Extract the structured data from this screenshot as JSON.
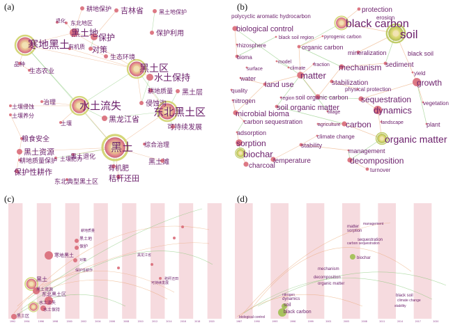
{
  "panels": [
    {
      "label": "(a)"
    },
    {
      "label": "(b)"
    },
    {
      "label": "(c)"
    },
    {
      "label": "(d)"
    }
  ],
  "panel_a": {
    "nodes": [
      {
        "text": "耕地保护",
        "size": 9
      },
      {
        "text": "吉林省",
        "size": 11
      },
      {
        "text": "黑土地保护",
        "size": 8
      },
      {
        "text": "东北地区",
        "size": 8
      },
      {
        "text": "退化",
        "size": 7
      },
      {
        "text": "黑土地",
        "size": 13
      },
      {
        "text": "保护",
        "size": 12
      },
      {
        "text": "保护利用",
        "size": 10
      },
      {
        "text": "寒地黑土",
        "size": 15
      },
      {
        "text": "对策",
        "size": 11
      },
      {
        "text": "生态环境",
        "size": 9
      },
      {
        "text": "有机质",
        "size": 8
      },
      {
        "text": "品种",
        "size": 8
      },
      {
        "text": "生态农业",
        "size": 9
      },
      {
        "text": "黑土区",
        "size": 14
      },
      {
        "text": "水土保持",
        "size": 13
      },
      {
        "text": "耕地质量",
        "size": 9
      },
      {
        "text": "黑土层",
        "size": 10
      },
      {
        "text": "治理",
        "size": 9
      },
      {
        "text": "水土流失",
        "size": 15
      },
      {
        "text": "黑龙江省",
        "size": 11
      },
      {
        "text": "侵蚀沟",
        "size": 10
      },
      {
        "text": "东北黑土区",
        "size": 15
      },
      {
        "text": "可持续发展",
        "size": 10
      },
      {
        "text": "粮食安全",
        "size": 10
      },
      {
        "text": "黑土资源",
        "size": 11
      },
      {
        "text": "耕地质量保护",
        "size": 9
      },
      {
        "text": "保护性耕作",
        "size": 11
      },
      {
        "text": "黑土",
        "size": 16
      },
      {
        "text": "综合治理",
        "size": 9
      },
      {
        "text": "土壤",
        "size": 8
      },
      {
        "text": "黑土退化",
        "size": 9
      },
      {
        "text": "有机肥",
        "size": 10
      },
      {
        "text": "黑土滩",
        "size": 10
      },
      {
        "text": "秸秆还田",
        "size": 11
      },
      {
        "text": "东北典型黑土区",
        "size": 9
      },
      {
        "text": "土壤侵蚀",
        "size": 8
      },
      {
        "text": "土壤养分",
        "size": 8
      },
      {
        "text": "土壤肥力",
        "size": 8
      }
    ]
  },
  "panel_b": {
    "nodes": [
      {
        "text": "polycyclic aromatic hydrocarbon",
        "size": 8
      },
      {
        "text": "protection",
        "size": 10
      },
      {
        "text": "erosion",
        "size": 8
      },
      {
        "text": "biological control",
        "size": 11
      },
      {
        "text": "black carbon",
        "size": 16
      },
      {
        "text": "soil",
        "size": 17
      },
      {
        "text": "black soil region",
        "size": 7
      },
      {
        "text": "pyrogenic carbon",
        "size": 7
      },
      {
        "text": "rhizosphere",
        "size": 8
      },
      {
        "text": "organic carbon",
        "size": 9
      },
      {
        "text": "mineralization",
        "size": 9
      },
      {
        "text": "black soil",
        "size": 9
      },
      {
        "text": "bioma",
        "size": 8
      },
      {
        "text": "sediment",
        "size": 10
      },
      {
        "text": "model",
        "size": 7
      },
      {
        "text": "fraction",
        "size": 7
      },
      {
        "text": "mechanism",
        "size": 12
      },
      {
        "text": "surface",
        "size": 7
      },
      {
        "text": "climate",
        "size": 7
      },
      {
        "text": "water",
        "size": 9
      },
      {
        "text": "matter",
        "size": 13
      },
      {
        "text": "yield",
        "size": 8
      },
      {
        "text": "land use",
        "size": 11
      },
      {
        "text": "stabilization",
        "size": 10
      },
      {
        "text": "growth",
        "size": 12
      },
      {
        "text": "quality",
        "size": 8
      },
      {
        "text": "physical protection",
        "size": 8
      },
      {
        "text": "region",
        "size": 7
      },
      {
        "text": "soil organic carbon",
        "size": 9
      },
      {
        "text": "sequestration",
        "size": 12
      },
      {
        "text": "nitrogen",
        "size": 9
      },
      {
        "text": "soil organic matter",
        "size": 11
      },
      {
        "text": "vegetation",
        "size": 8
      },
      {
        "text": "microbial bioma",
        "size": 11
      },
      {
        "text": "dynamics",
        "size": 13
      },
      {
        "text": "tillage",
        "size": 7
      },
      {
        "text": "carbon sequestration",
        "size": 9
      },
      {
        "text": "agriculture",
        "size": 7
      },
      {
        "text": "carbon",
        "size": 12
      },
      {
        "text": "landscape",
        "size": 7
      },
      {
        "text": "plant",
        "size": 9
      },
      {
        "text": "adsorption",
        "size": 9
      },
      {
        "text": "climate change",
        "size": 8
      },
      {
        "text": "sorption",
        "size": 12
      },
      {
        "text": "organic matter",
        "size": 14
      },
      {
        "text": "stability",
        "size": 9
      },
      {
        "text": "biochar",
        "size": 13
      },
      {
        "text": "management",
        "size": 9
      },
      {
        "text": "temperature",
        "size": 10
      },
      {
        "text": "charcoal",
        "size": 10
      },
      {
        "text": "decomposition",
        "size": 12
      },
      {
        "text": "turnover",
        "size": 8
      }
    ]
  },
  "panel_c": {
    "years": [
      "1992",
      "1994",
      "1996",
      "1998",
      "2000",
      "2002",
      "2004",
      "2006",
      "2008",
      "2010",
      "2012",
      "2014",
      "2016",
      "2018",
      "2020"
    ],
    "labels": [
      "寒地黑土",
      "黑土",
      "黑土资源",
      "东北黑土区",
      "黑土区",
      "水土流失",
      "水土保持",
      "黑土地",
      "保护",
      "对策",
      "秸秆还田",
      "黑龙江省",
      "可持续发展",
      "耕地质量",
      "保护性耕作"
    ]
  },
  "panel_d": {
    "years": [
      "1987",
      "1990",
      "1993",
      "1996",
      "1999",
      "2002",
      "2005",
      "2008",
      "2011",
      "2014",
      "2017",
      "2020"
    ],
    "labels": [
      "biological control",
      "soil",
      "black carbon",
      "dynamics",
      "nitrogen",
      "matter",
      "sorption",
      "organic matter",
      "sequestration",
      "biochar",
      "mechanism",
      "decomposition",
      "black soil",
      "stability",
      "management",
      "climate change",
      "carbon sequestration"
    ]
  },
  "colors": {
    "node_text": "#6b1f6b",
    "stripe": "#f3cfd4",
    "edge": "#e9a16b",
    "edge_green": "#7cc36b",
    "node_ring": "#c9cd5a",
    "node_core": "#e2737f"
  }
}
